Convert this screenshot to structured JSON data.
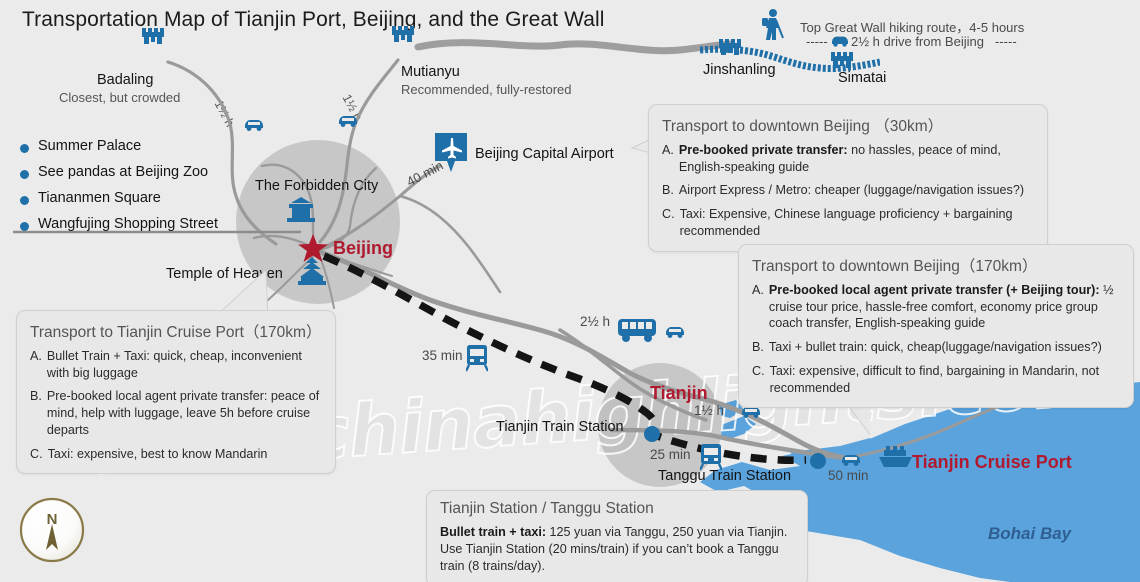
{
  "title": "Transportation Map of Tianjin Port, Beijing, and the Great Wall",
  "colors": {
    "background": "#ebebeb",
    "icon_blue": "#1f6fa8",
    "city_red": "#b01a2e",
    "water_blue": "#5aa3dd",
    "road_gray": "#9a9a9a",
    "box_fill": "#e8e8e8",
    "compass_gold": "#8a7a48"
  },
  "watermark": "www.chinahighlights.com",
  "great_wall": {
    "sites": [
      {
        "name": "Badaling",
        "note": "Closest, but crowded",
        "icon": "great-wall-fort-icon"
      },
      {
        "name": "Mutianyu",
        "note": "Recommended, fully-restored",
        "icon": "great-wall-fort-icon"
      },
      {
        "name": "Jinshanling",
        "note": "",
        "icon": "great-wall-fort-icon"
      },
      {
        "name": "Simatai",
        "note": "",
        "icon": "great-wall-fort-icon"
      }
    ],
    "hiking_note_line1": "Top Great Wall hiking route，4-5 hours",
    "hiking_note_line2_prefix": "-----",
    "hiking_note_line2": "2½ h drive from Beijing",
    "hiking_note_line2_suffix": "-----",
    "hiker_icon": "hiker-icon",
    "drive_icon": "car-icon"
  },
  "beijing_attractions": [
    {
      "label": "Summer Palace"
    },
    {
      "label": "See pandas at Beijing Zoo"
    },
    {
      "label": "Tiananmen Square"
    },
    {
      "label": "Wangfujing Shopping Street"
    }
  ],
  "map_labels": {
    "forbidden_city": "The Forbidden City",
    "temple_of_heaven": "Temple of Heaven",
    "beijing": "Beijing",
    "airport": "Beijing Capital Airport",
    "tianjin": "Tianjin",
    "tianjin_train_station": "Tianjin Train Station",
    "tanggu_train_station": "Tanggu Train Station",
    "tianjin_cruise_port": "Tianjin Cruise Port",
    "bohai_bay": "Bohai Bay"
  },
  "travel_times": [
    {
      "value": "1½ h",
      "mode": "car-icon",
      "route": "Badaling - Beijing"
    },
    {
      "value": "1½ h",
      "mode": "car-icon",
      "route": "Mutianyu - Beijing"
    },
    {
      "value": "40 min",
      "mode": "",
      "route": "Beijing - Capital Airport"
    },
    {
      "value": "2½ h",
      "mode": "bus-icon,car-icon",
      "route": "Beijing - Tianjin by road"
    },
    {
      "value": "35 min",
      "mode": "train-icon",
      "route": "Beijing - Tianjin bullet train"
    },
    {
      "value": "1½ h",
      "mode": "car-icon",
      "route": "Tianjin - Cruise Port"
    },
    {
      "value": "25 min",
      "mode": "train-icon",
      "route": "Tianjin Station - Tanggu Station"
    },
    {
      "value": "50 min",
      "mode": "car-icon",
      "route": "Tanggu - Cruise Port"
    }
  ],
  "box_airport": {
    "title": "Transport to downtown Beijing （30km）",
    "items": [
      {
        "mark": "A.",
        "bold": "Pre-booked private transfer:",
        "text": " no hassles, peace of mind, English-speaking guide"
      },
      {
        "mark": "B.",
        "bold": "",
        "text": "Airport Express / Metro: cheaper (luggage/navigation issues?)"
      },
      {
        "mark": "C.",
        "bold": "",
        "text": "Taxi: Expensive, Chinese language proficiency + bargaining recommended"
      }
    ]
  },
  "box_port_to_beijing": {
    "title": "Transport  to downtown Beijing（170km）",
    "items": [
      {
        "mark": "A.",
        "bold": "Pre-booked local agent private transfer (+ Beijing tour):",
        "text": " ½ cruise tour price, hassle-free comfort, economy price group coach transfer, English-speaking guide"
      },
      {
        "mark": "B.",
        "bold": "",
        "text": "Taxi + bullet train: quick, cheap(luggage/navigation issues?)"
      },
      {
        "mark": "C.",
        "bold": "",
        "text": "Taxi: expensive, difficult to find, bargaining in Mandarin, not recommended"
      }
    ]
  },
  "box_to_cruise_port": {
    "title": "Transport to Tianjin Cruise Port（170km）",
    "items": [
      {
        "mark": "A.",
        "bold": "",
        "text": " Bullet Train + Taxi: quick, cheap, inconvenient with big luggage"
      },
      {
        "mark": "B.",
        "bold": "",
        "text": "Pre-booked local agent private transfer: peace  of mind, help with luggage, leave 5h before  cruise departs"
      },
      {
        "mark": "C.",
        "bold": "",
        "text": "Taxi: expensive, best to know Mandarin"
      }
    ]
  },
  "box_stations": {
    "title": "Tianjin Station / Tanggu Station",
    "bold": "Bullet train + taxi:",
    "text": " 125 yuan via Tanggu, 250 yuan via Tianjin. Use Tianjin Station (20 mins/train) if you can’t book a Tanggu train (8 trains/day)."
  },
  "compass": {
    "north_label": "N"
  }
}
